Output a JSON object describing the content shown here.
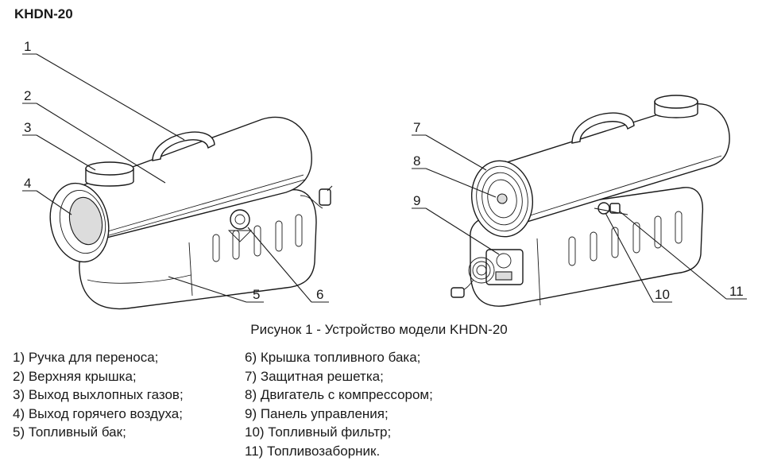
{
  "title": "KHDN-20",
  "caption": "Рисунок 1 - Устройство модели KHDN-20",
  "callouts_left": [
    "1",
    "2",
    "3",
    "4",
    "5",
    "6"
  ],
  "callouts_right": [
    "7",
    "8",
    "9",
    "10",
    "11"
  ],
  "legend_col1": [
    "1) Ручка для переноса;",
    "2) Верхняя крышка;",
    "3) Выход выхлопных газов;",
    "4) Выход горячего воздуха;",
    "5) Топливный бак;"
  ],
  "legend_col2": [
    "6) Крышка топливного бака;",
    "7) Защитная решетка;",
    "8) Двигатель с компрессором;",
    "9) Панель управления;",
    "10) Топливный фильтр;",
    "11) Топливозаборник."
  ]
}
